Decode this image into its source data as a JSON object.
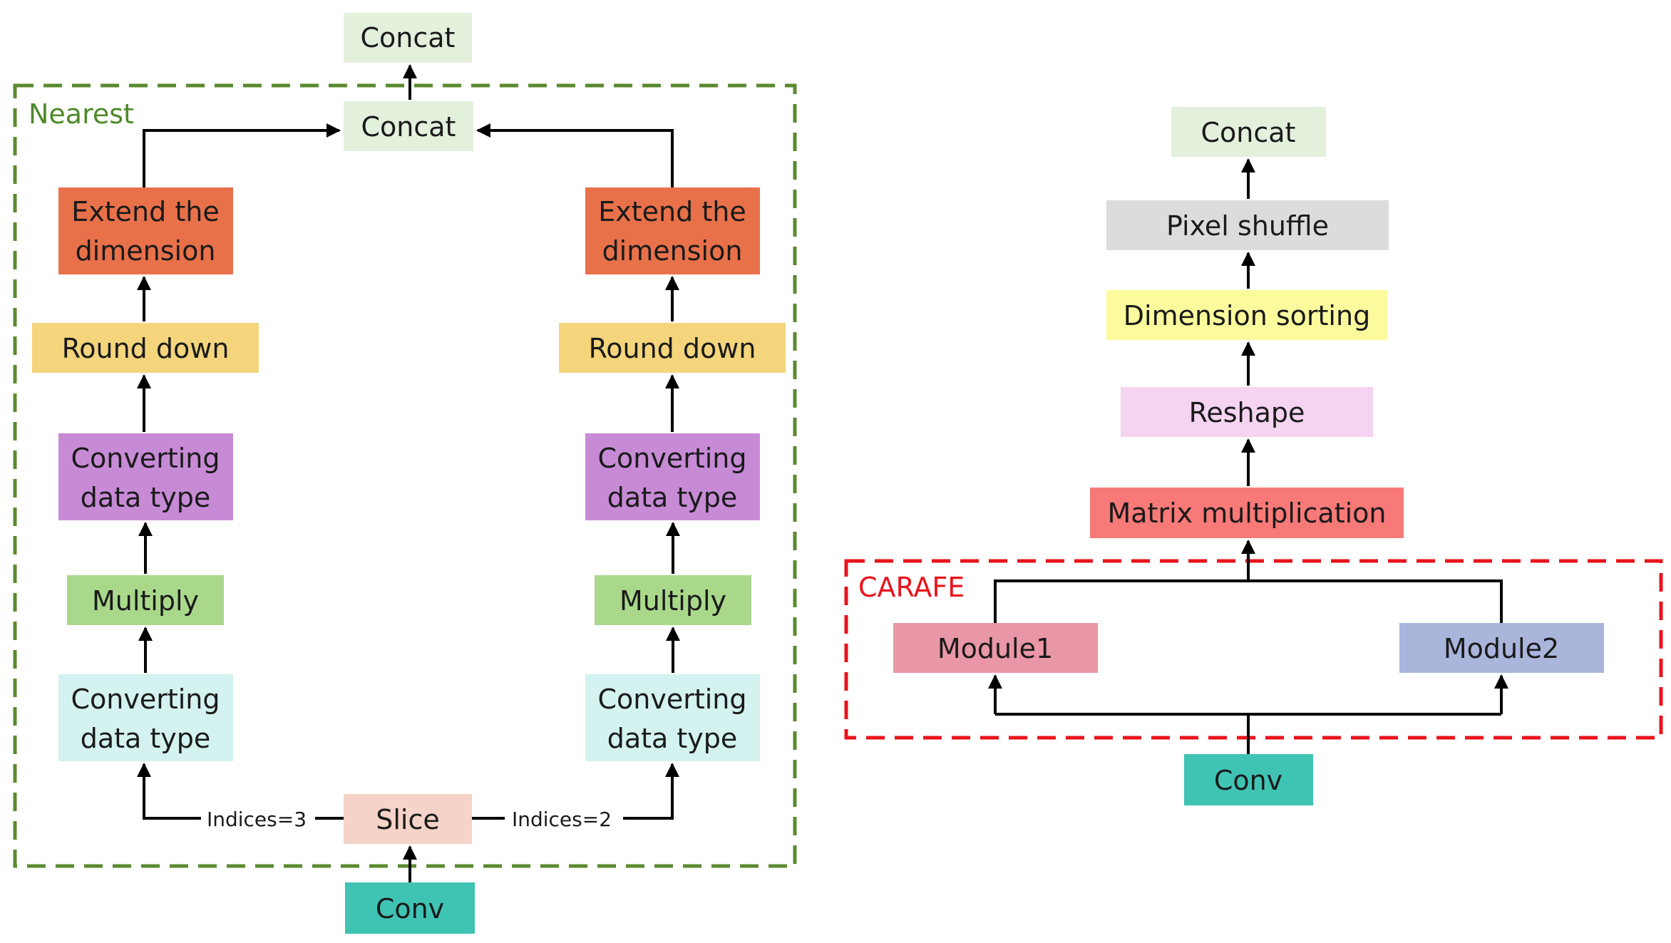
{
  "colors": {
    "concat": "#e3f0dc",
    "extend": "#e8714a",
    "round": "#f4d57c",
    "convert_purple": "#c78bd6",
    "multiply": "#a9d88b",
    "convert_cyan": "#d3f2f0",
    "slice": "#f5d3c8",
    "conv": "#3fc4b4",
    "pixel_shuffle": "#dcdcdc",
    "dimension_sorting": "#fbfb9d",
    "reshape": "#f4d4f1",
    "matmul": "#f77978",
    "module1": "#e997a6",
    "module2": "#aab5dc",
    "nearest_border": "#5a8a2f",
    "carafe_border": "#e8141c"
  },
  "nearest": {
    "group_label": "Nearest",
    "top_concat": "Concat",
    "inner_concat": "Concat",
    "left": {
      "extend": [
        "Extend the",
        "dimension"
      ],
      "round": "Round down",
      "convert1": [
        "Converting",
        "data type"
      ],
      "multiply": "Multiply",
      "convert2": [
        "Converting",
        "data type"
      ]
    },
    "right": {
      "extend": [
        "Extend the",
        "dimension"
      ],
      "round": "Round down",
      "convert1": [
        "Converting",
        "data type"
      ],
      "multiply": "Multiply",
      "convert2": [
        "Converting",
        "data type"
      ]
    },
    "slice": "Slice",
    "indices_left": "Indices=3",
    "indices_right": "Indices=2",
    "conv": "Conv"
  },
  "carafe": {
    "group_label": "CARAFE",
    "concat": "Concat",
    "pixel_shuffle": "Pixel shuffle",
    "dimension_sorting": "Dimension sorting",
    "reshape": "Reshape",
    "matmul": "Matrix multiplication",
    "module1": "Module1",
    "module2": "Module2",
    "conv": "Conv"
  }
}
